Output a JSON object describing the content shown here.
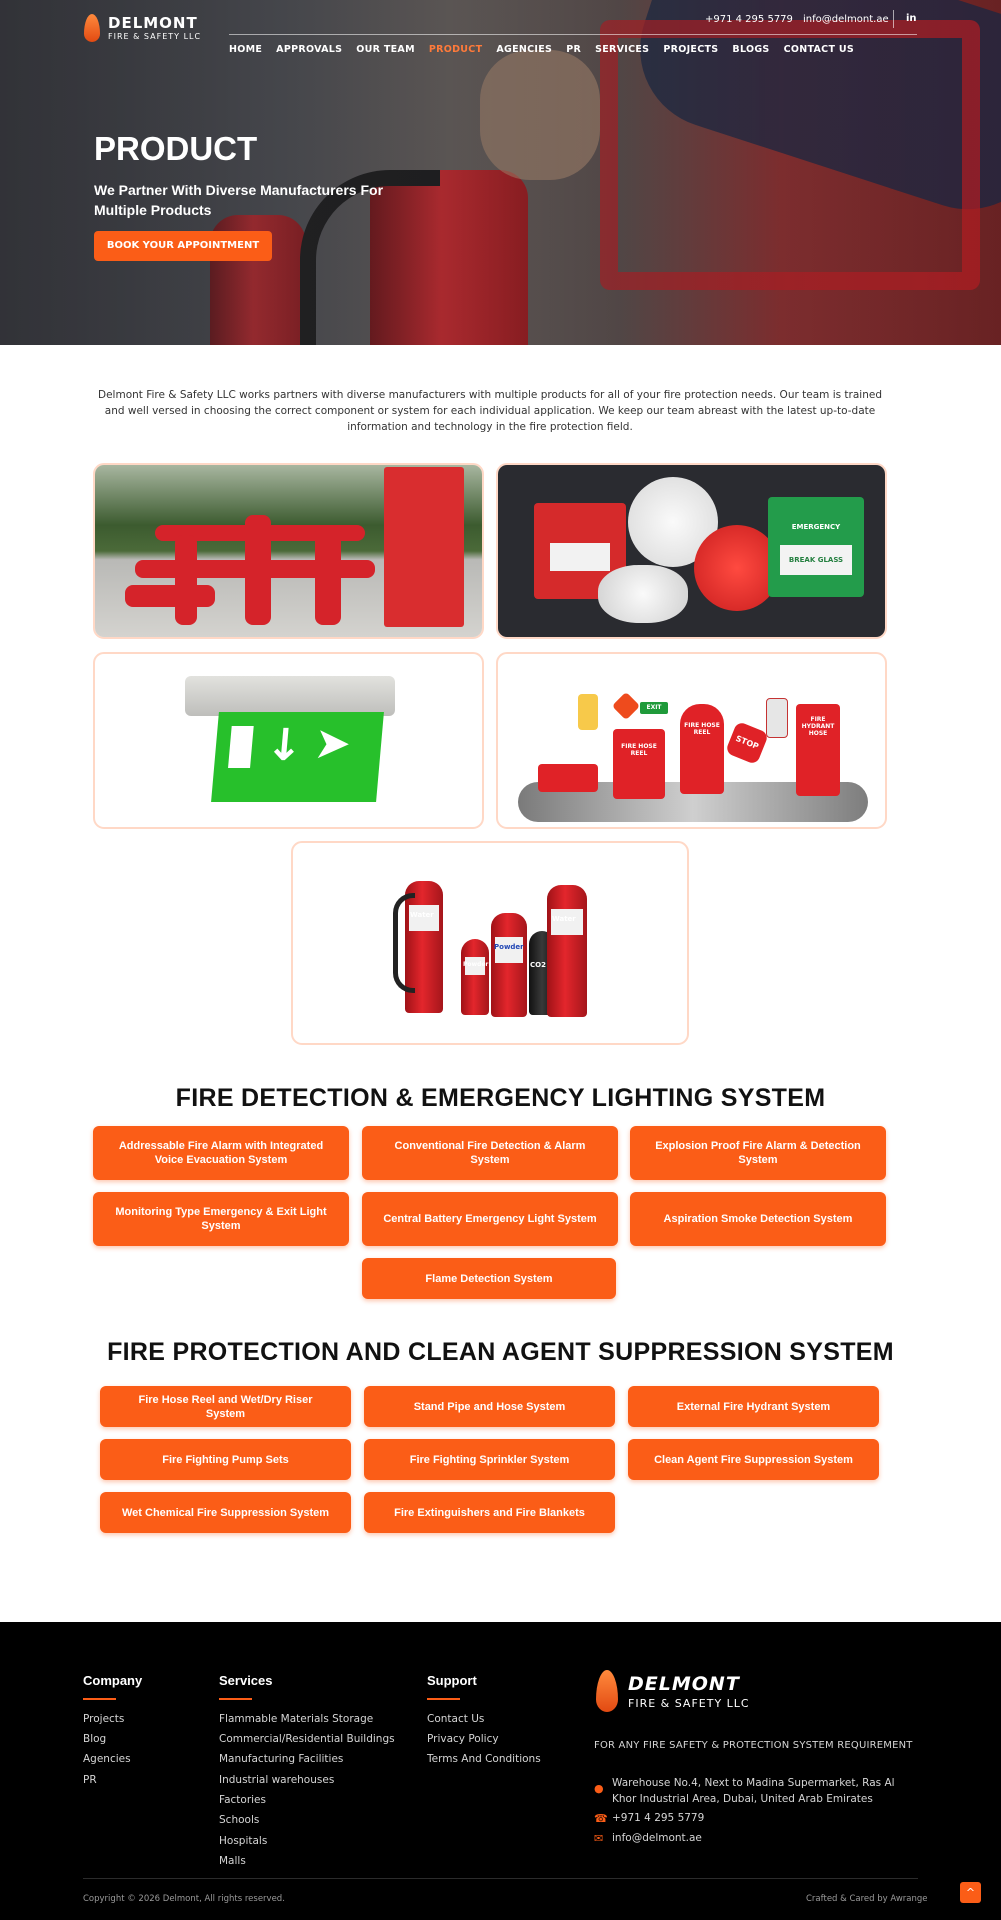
{
  "brand": {
    "name_line1": "DELMONT",
    "name_line2": "FIRE & SAFETY LLC"
  },
  "topbar": {
    "phone": "+971 4 295 5779",
    "email": "info@delmont.ae",
    "social": "in"
  },
  "nav": {
    "items": [
      "HOME",
      "APPROVALS",
      "OUR TEAM",
      "PRODUCT",
      "AGENCIES",
      "PR",
      "SERVICES",
      "PROJECTS",
      "BLOGS",
      "CONTACT US"
    ],
    "active": "PRODUCT"
  },
  "hero": {
    "title": "PRODUCT",
    "subtitle": "We Partner With Diverse Manufacturers For Multiple Products",
    "cta": "BOOK YOUR APPOINTMENT"
  },
  "intro": "Delmont Fire & Safety LLC works partners with diverse manufacturers with multiple products for all of your fire protection needs. Our team is trained and well versed in choosing the correct component or system for each individual application. We keep our team abreast with the latest up-to-date information and technology in the fire protection field.",
  "product_images": {
    "alarm_labels": [
      "EMERGENCY",
      "BREAK GLASS"
    ],
    "extinguisher_labels": [
      "Water",
      "Powder",
      "Powder",
      "CO2",
      "Water"
    ],
    "product_labels": [
      "FIRE HOSE REEL",
      "FIRE HOSE REEL",
      "STOP",
      "FIRE HYDRANT HOSE",
      "EXIT"
    ]
  },
  "detection": {
    "title": "FIRE DETECTION & EMERGENCY LIGHTING SYSTEM",
    "buttons": [
      "Addressable Fire Alarm with Integrated Voice Evacuation System",
      "Conventional Fire Detection & Alarm System",
      "Explosion Proof Fire Alarm & Detection System",
      "Monitoring Type Emergency & Exit Light System",
      "Central Battery Emergency Light System",
      "Aspiration Smoke Detection System",
      "Flame Detection System"
    ]
  },
  "protection": {
    "title": "FIRE PROTECTION AND CLEAN AGENT SUPPRESSION SYSTEM",
    "buttons": [
      "Fire Hose Reel and Wet/Dry Riser System",
      "Stand Pipe and Hose System",
      "External Fire Hydrant System",
      "Fire Fighting Pump Sets",
      "Fire Fighting Sprinkler System",
      "Clean Agent Fire Suppression System",
      "Wet Chemical Fire Suppression System",
      "Fire Extinguishers and Fire Blankets"
    ]
  },
  "footer": {
    "company": {
      "title": "Company",
      "links": [
        "Projects",
        "Blog",
        "Agencies",
        "PR"
      ]
    },
    "services": {
      "title": "Services",
      "links": [
        "Flammable Materials Storage",
        "Commercial/Residential Buildings",
        "Manufacturing Facilities",
        "Industrial warehouses",
        "Factories",
        "Schools",
        "Hospitals",
        "Malls"
      ]
    },
    "support": {
      "title": "Support",
      "links": [
        "Contact Us",
        "Privacy Policy",
        "Terms And Conditions"
      ]
    },
    "tagline": "FOR ANY FIRE SAFETY & PROTECTION SYSTEM REQUIREMENT",
    "address": "Warehouse No.4, Next to Madina Supermarket, Ras Al Khor Industrial Area, Dubai, United Arab Emirates",
    "phone": "+971 4 295 5779",
    "email": "info@delmont.ae",
    "copyright": "Copyright © 2026 Delmont, All rights reserved.",
    "credit": "Crafted & Cared by Awrange",
    "to_top": "^"
  },
  "colors": {
    "accent": "#fb5d17",
    "footer_bg": "#000000",
    "card_border": "#ffd8c6"
  }
}
